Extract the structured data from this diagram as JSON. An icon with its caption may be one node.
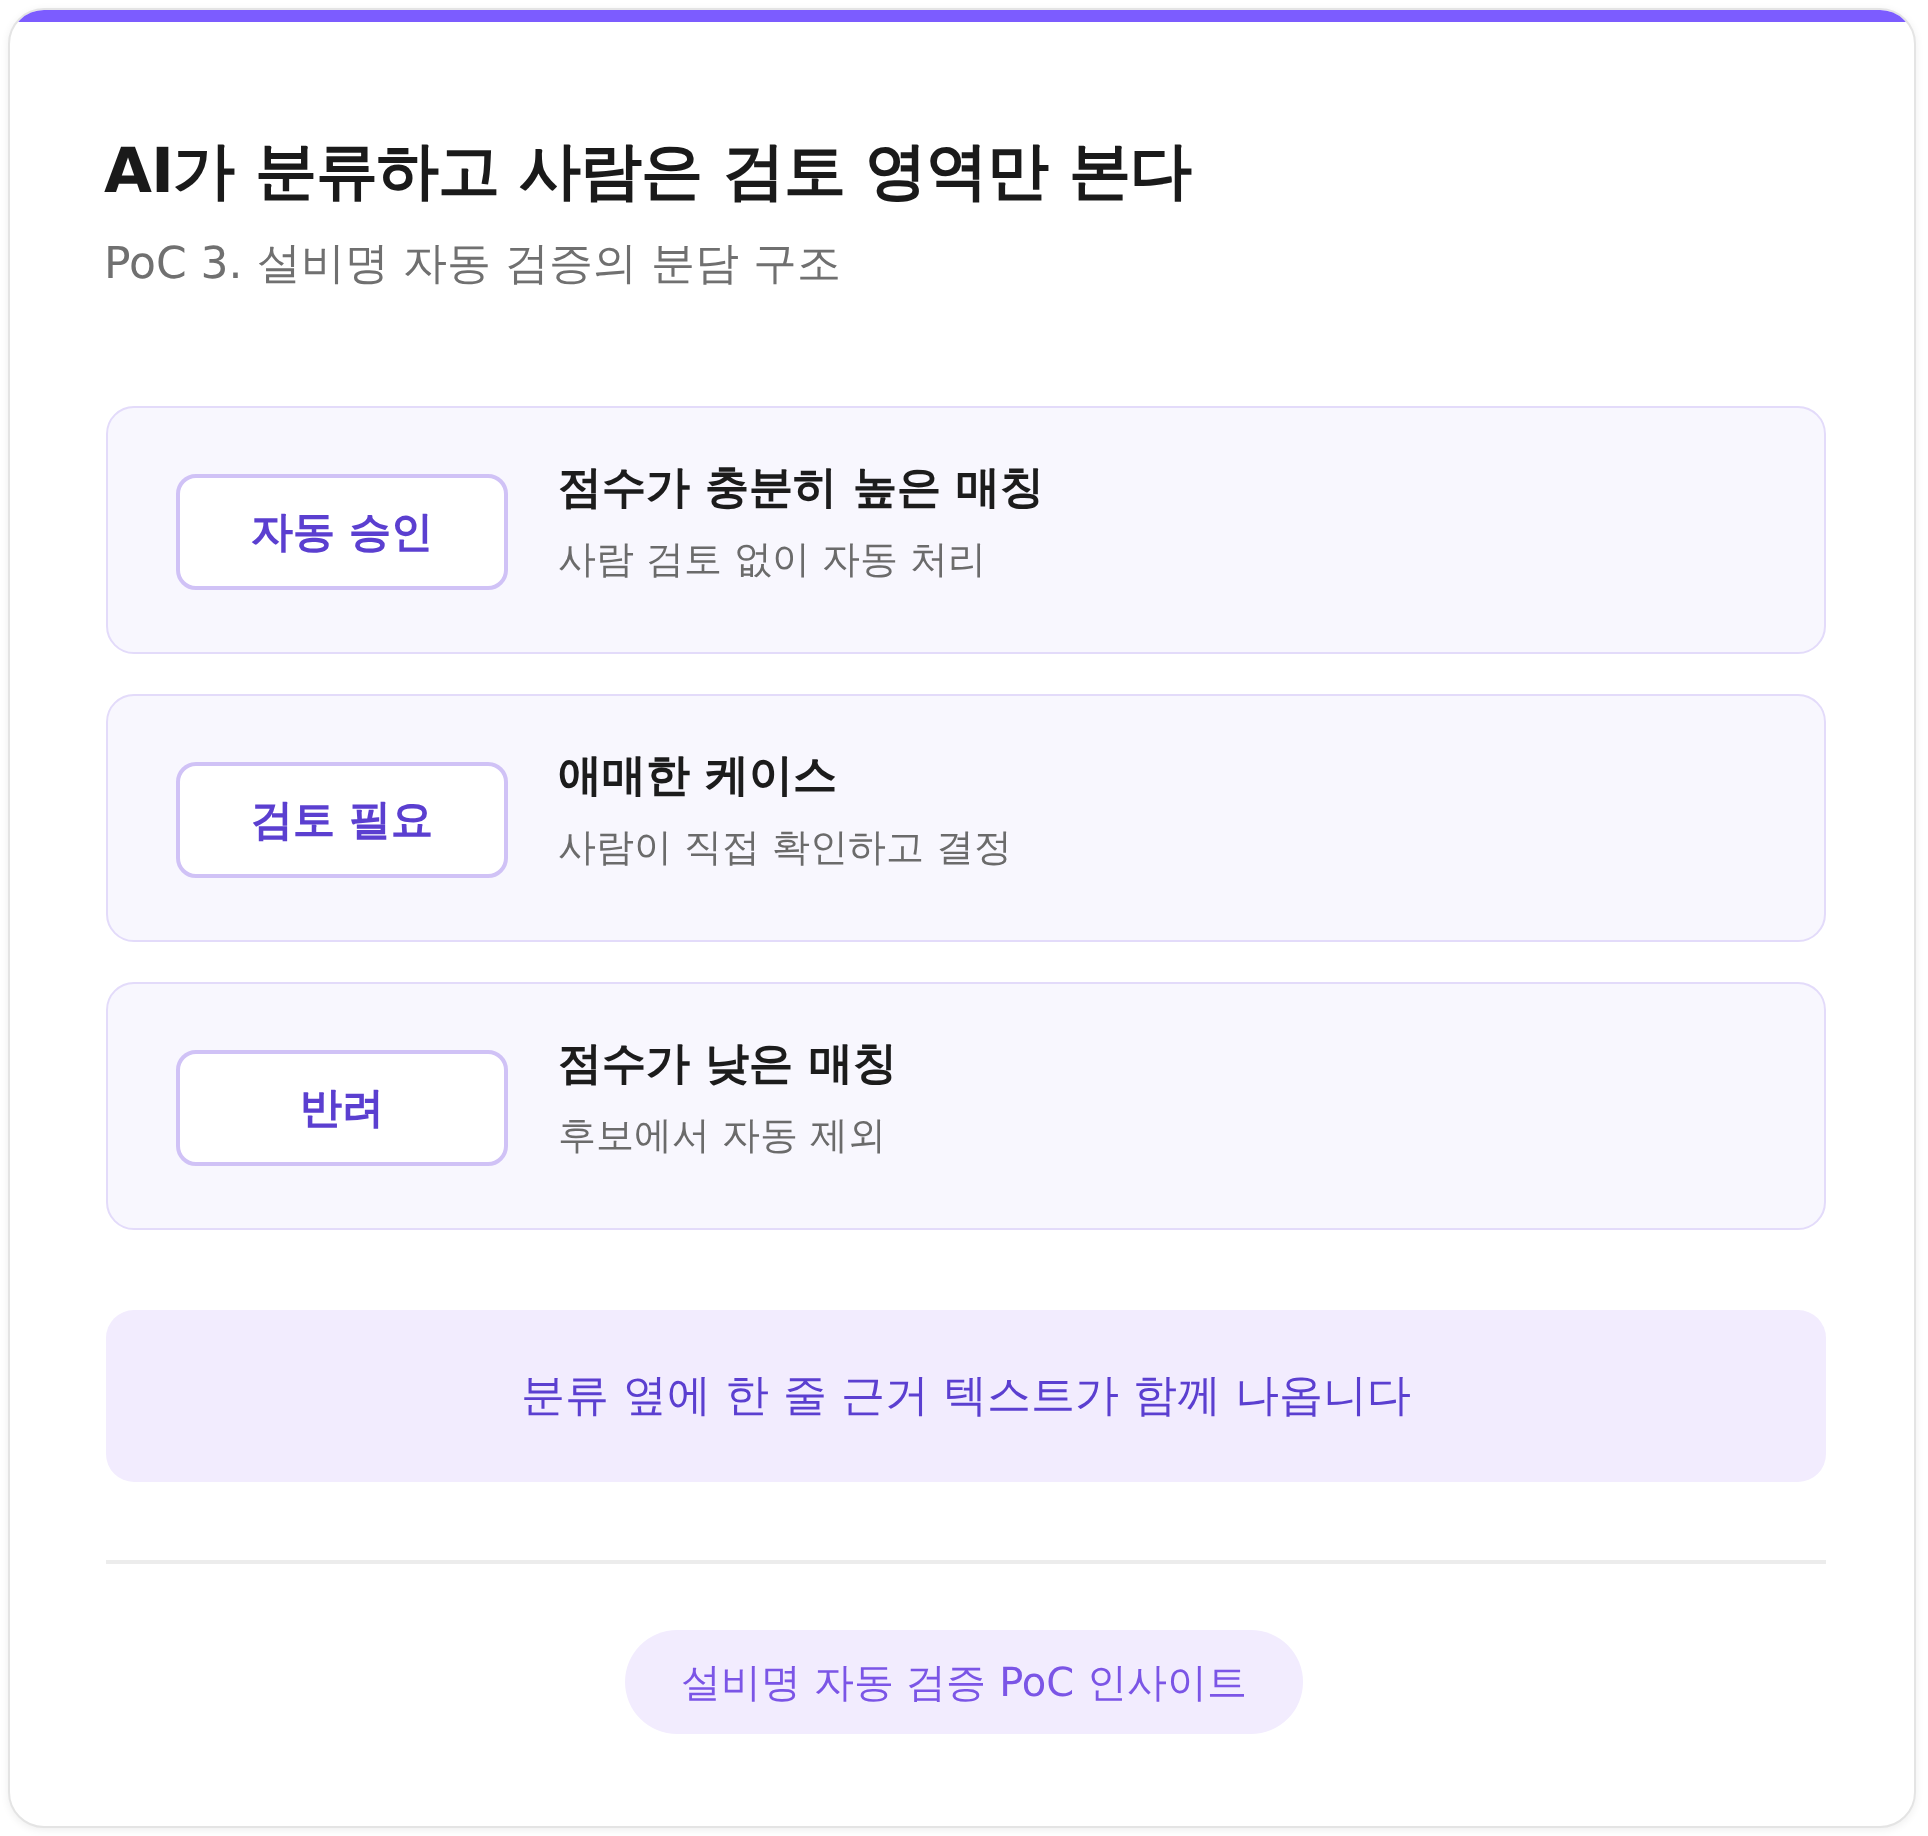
{
  "diagram": {
    "title": "AI가 분류하고 사람은 검토 영역만 본다",
    "nodes": [
      {
        "text": [
          "점수가 충분히 높은 매칭",
          "사람 검토 없이 자동 처리"
        ]
      },
      {
        "text": [
          "자동 승인"
        ],
        "in": 0
      },
      {
        "text": [
          "애매한 케이스",
          "사람이 직접 확인하고 결정"
        ]
      },
      {
        "text": [
          "검토 필요"
        ],
        "in": 2
      },
      {
        "text": [
          "점수가 낮은 매칭",
          "후보에서 자동 제외"
        ]
      },
      {
        "text": [
          "반려"
        ],
        "in": 4
      },
      {
        "text": [
          "분류 옆에 한 줄 근거 텍스트가 함께 나옵니다"
        ]
      },
      {
        "text": [
          "설비명 자동 검증 PoC 인사이트"
        ]
      }
    ],
    "labels": [
      "PoC 3. 설비명 자동 검증의 분담 구조"
    ]
  }
}
